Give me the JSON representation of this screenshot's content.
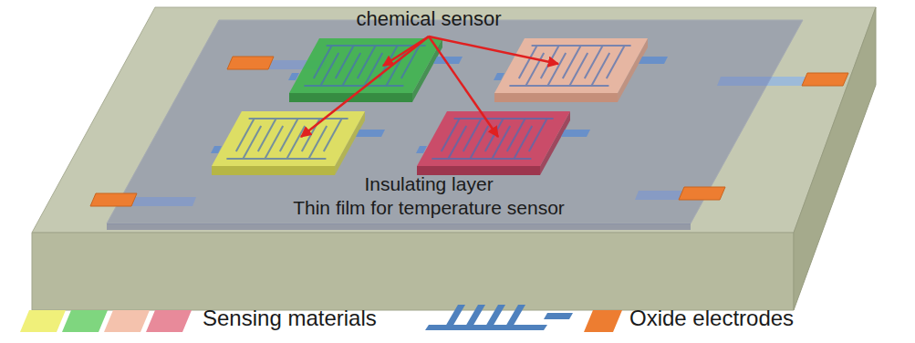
{
  "diagram": {
    "labels": [
      "chemical sensor",
      "Insulating layer",
      "Thin film for temperature sensor"
    ],
    "legend": [
      {
        "text": "Sensing materials"
      },
      {
        "text": "Oxide electrodes",
        "color": "#ed7d31"
      }
    ]
  }
}
